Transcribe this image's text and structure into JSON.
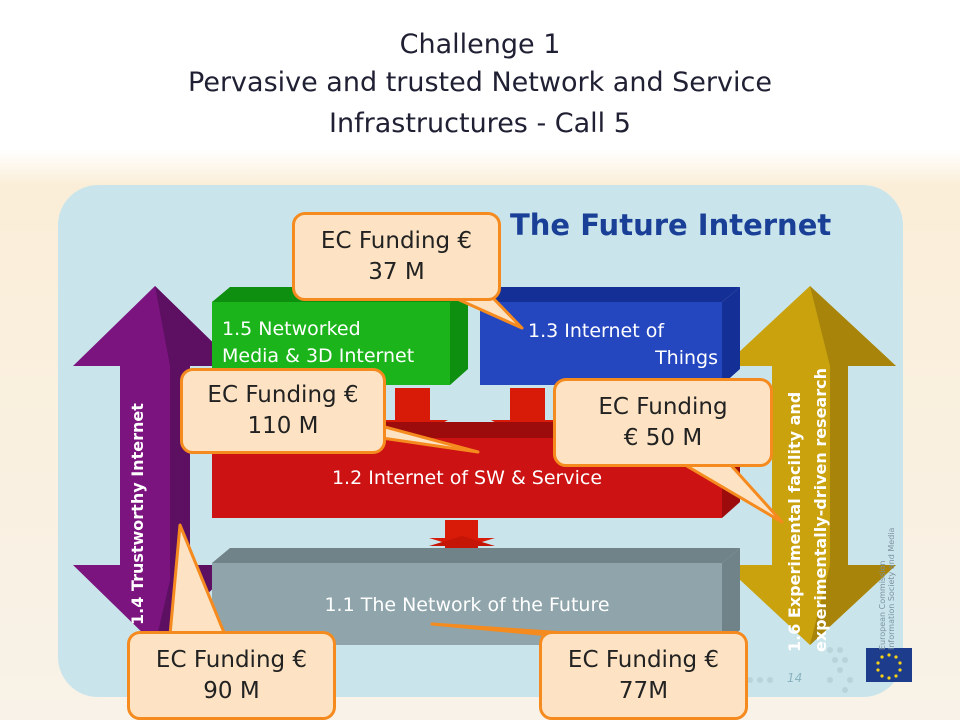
{
  "header": {
    "title_line1": "Challenge 1",
    "title_line2": "Pervasive and trusted Network and Service",
    "title_line3": "Infrastructures  - Call 5"
  },
  "diagram": {
    "panel_title": "The Future Internet",
    "boxes": {
      "networked_media": {
        "line1": "1.5 Networked",
        "line2": "Media & 3D Internet",
        "color": "#1bb51b"
      },
      "internet_of_things": {
        "line1": "1.3 Internet of",
        "line2": "Things",
        "color": "#2447c0"
      },
      "sw_services": {
        "label": "1.2 Internet of SW & Service",
        "color": "#cc1212"
      },
      "network_future": {
        "label": "1.1 The Network of the Future",
        "color": "#8fa5ab"
      }
    },
    "side_arrows": {
      "trustworthy": {
        "label": "1.4 Trustworthy Internet",
        "color": "#7c1480"
      },
      "experimental": {
        "line1": "1.6 Experimental facility and",
        "line2": "experimentally-driven research",
        "color": "#c9a20e"
      }
    },
    "bubbles": {
      "iot": {
        "line1": "EC Funding €",
        "line2": "37 M"
      },
      "sw": {
        "line1": "EC Funding €",
        "line2": "110 M"
      },
      "experimental": {
        "line1": "EC Funding",
        "line2": "€ 50 M"
      },
      "trustworthy": {
        "line1": "EC Funding €",
        "line2": "90 M"
      },
      "network": {
        "line1": "EC Funding €",
        "line2": "77M"
      }
    },
    "page_number": "14",
    "logo_text": [
      "European Commission",
      "Information Society and Media"
    ]
  }
}
